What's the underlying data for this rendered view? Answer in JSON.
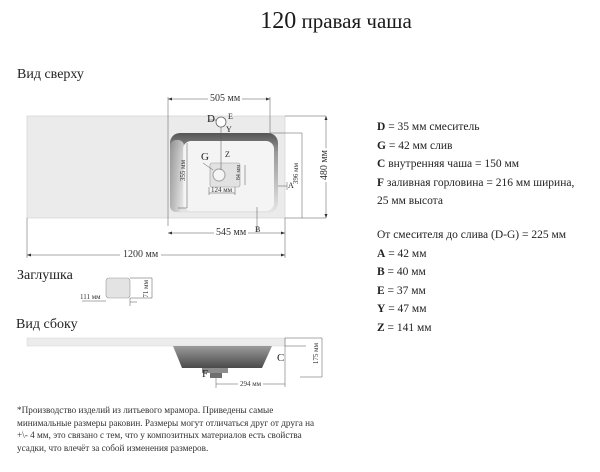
{
  "title": {
    "number": "120",
    "text": "правая чаша"
  },
  "views": {
    "top": {
      "label": "Вид сверху",
      "dimensions": {
        "bowl_outer_width": "505 мм",
        "bowl_inner_depth": "355 мм",
        "drain_width": "124 мм",
        "drain_height": "84 мм",
        "bowl_depth_right": "396 мм",
        "total_depth": "480 мм",
        "bowl_to_edge": "545 мм",
        "total_length": "1200 мм"
      },
      "markers": {
        "D": "D",
        "E": "E",
        "Y": "Y",
        "G": "G",
        "Z": "Z",
        "A": "A",
        "B": "B"
      }
    },
    "plug": {
      "label": "Заглушка",
      "width": "111 мм",
      "height": "71 мм"
    },
    "side": {
      "label": "Вид сбоку",
      "dimensions": {
        "height": "175 мм",
        "drain_offset": "294 мм"
      },
      "markers": {
        "C": "C",
        "F": "F"
      }
    }
  },
  "legend": {
    "group1": [
      {
        "key": "D",
        "text": " = 35 мм смеситель"
      },
      {
        "key": "G",
        "text": " = 42 мм слив"
      },
      {
        "key": "C",
        "text": " внутренняя чаша = 150 мм"
      },
      {
        "key": "F",
        "text": " заливная горловина = 216 мм ширина,"
      },
      {
        "key": "",
        "text": "25 мм высота"
      }
    ],
    "faucet_to_drain": "От смесителя до слива (D-G) = 225 мм",
    "group2": [
      {
        "key": "A",
        "text": " = 42 мм"
      },
      {
        "key": "B",
        "text": " = 40 мм"
      },
      {
        "key": "E",
        "text": " = 37 мм"
      },
      {
        "key": "Y",
        "text": " = 47 мм"
      },
      {
        "key": "Z",
        "text": " = 141 мм"
      }
    ]
  },
  "footnote": "*Производство изделий из литьевого мрамора. Приведены самые минимальные размеры раковин. Размеры могут отличаться друг от друга на +\\- 4 мм, это связано с тем, что у композитных материалов есть свойства усадки, что влечёт за собой изменения размеров."
}
